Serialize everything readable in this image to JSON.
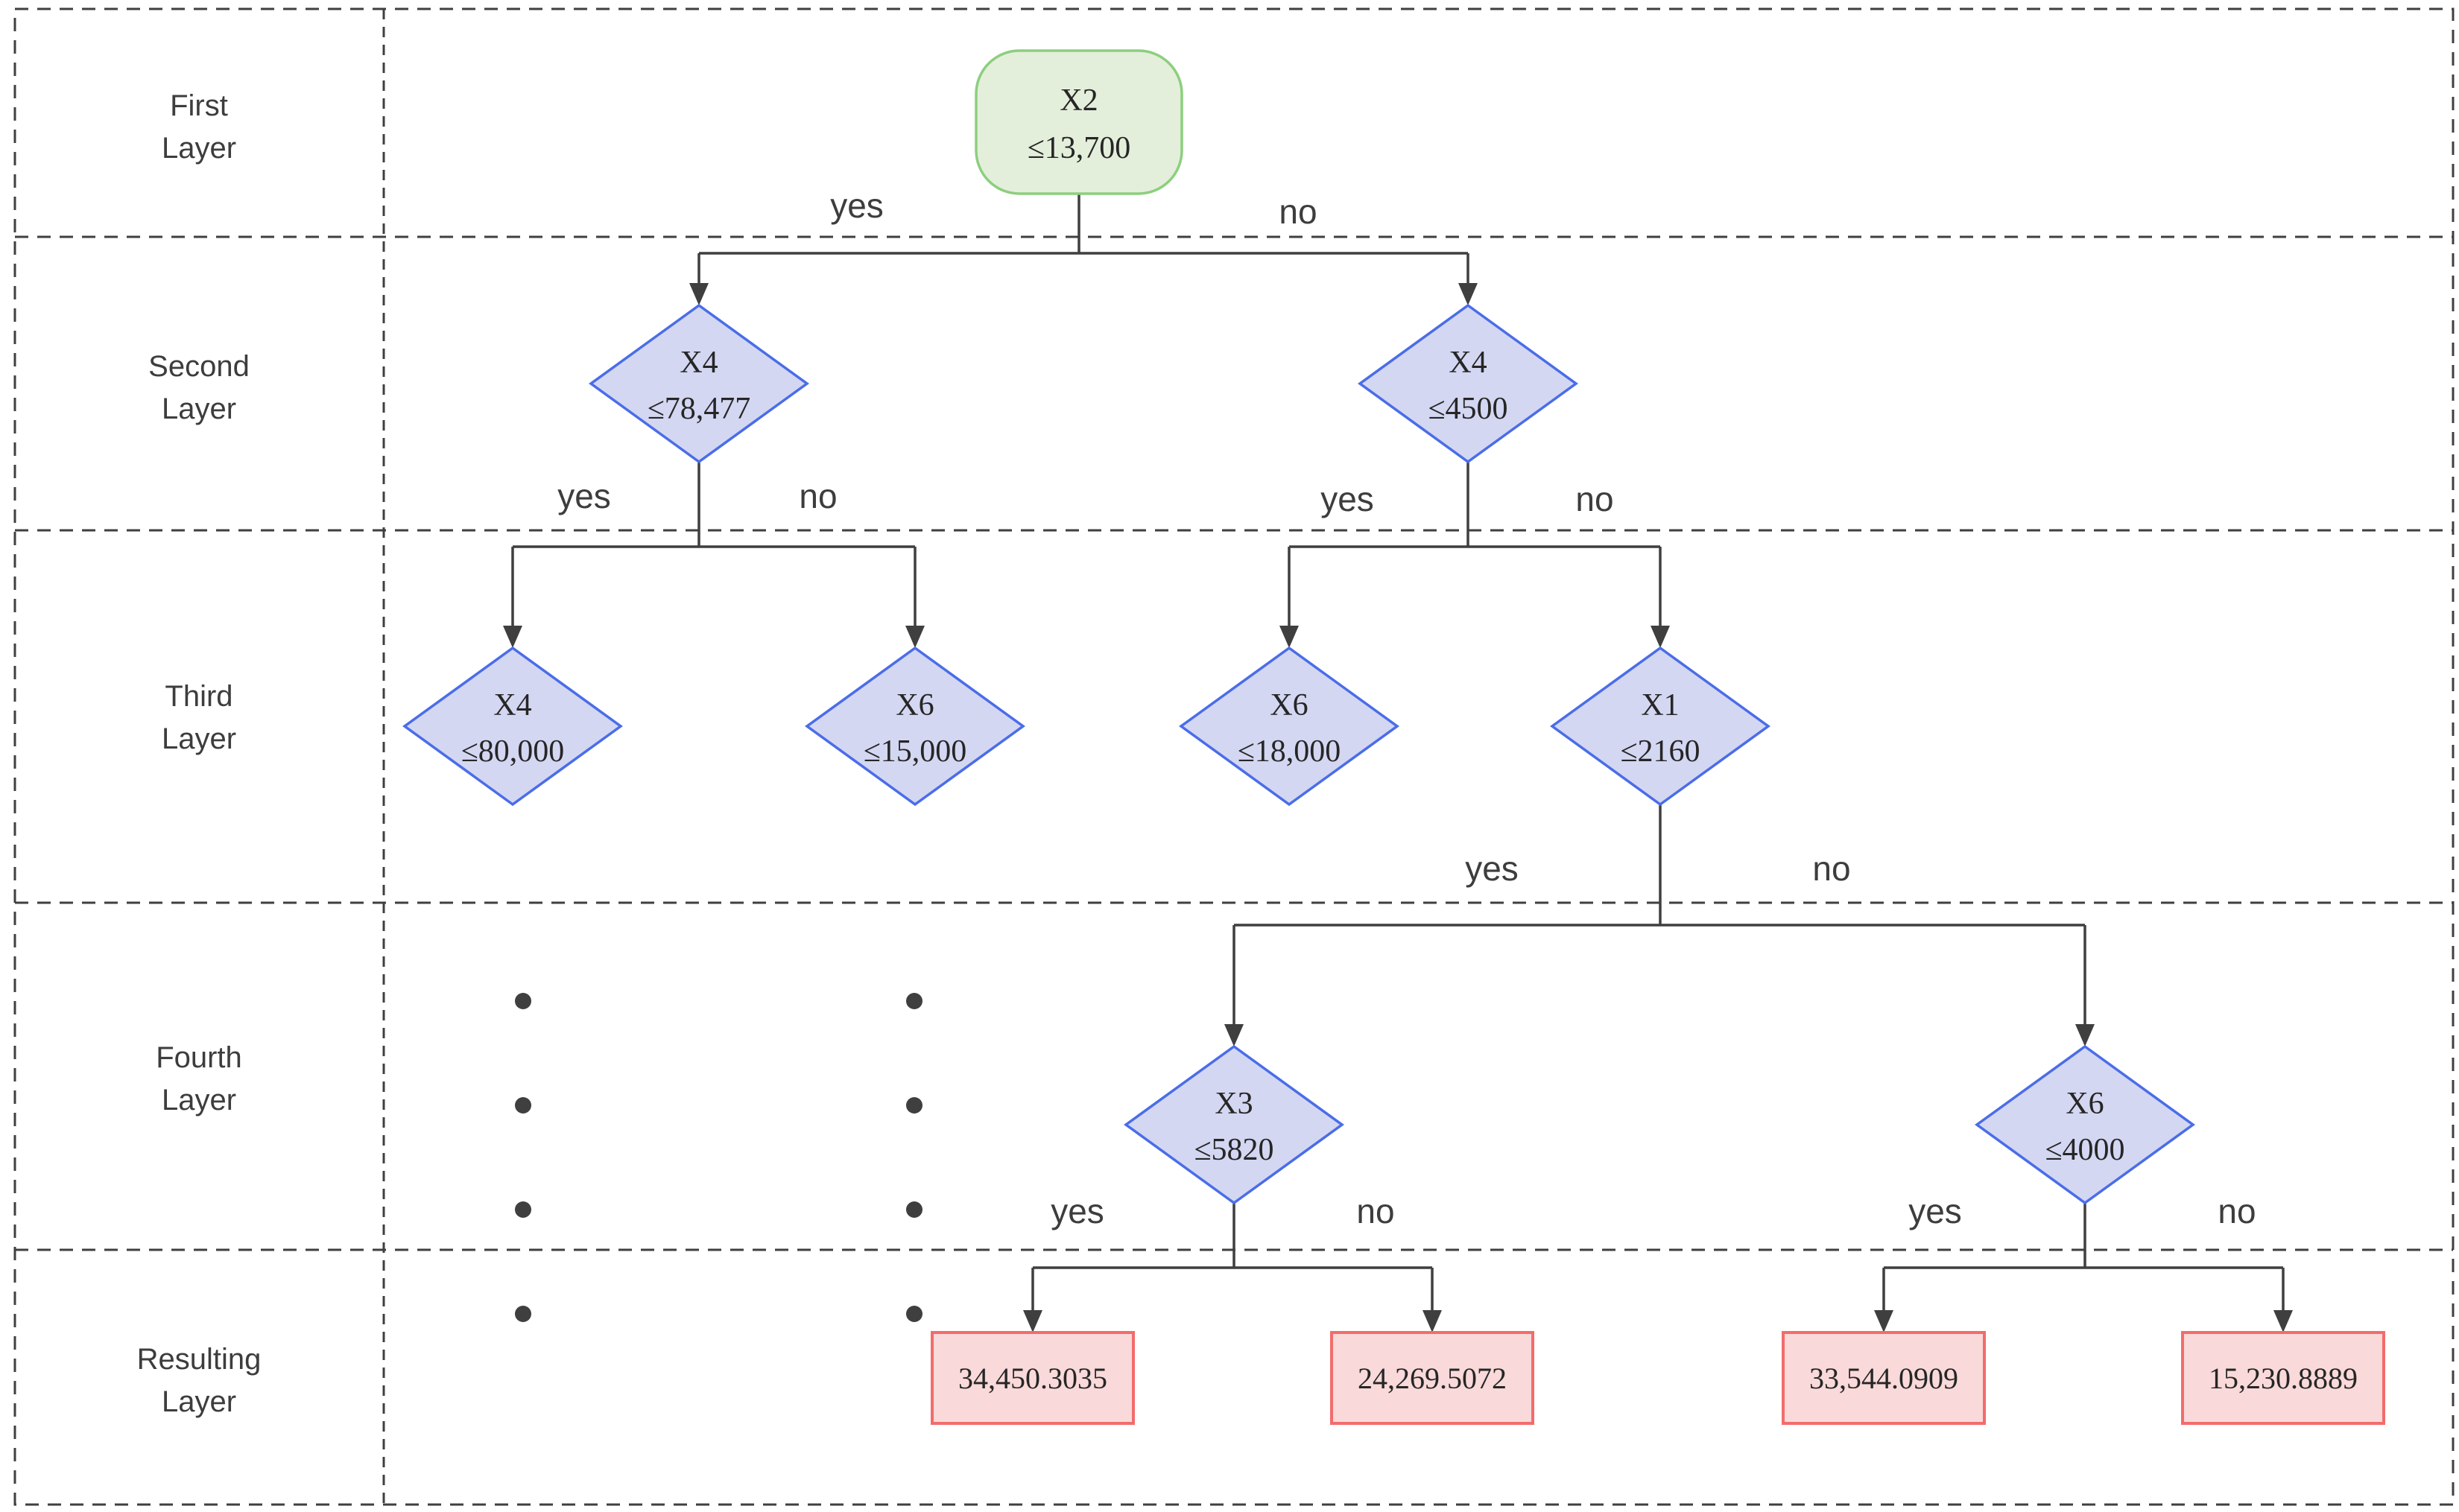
{
  "diagram_type": "decision-tree",
  "colors": {
    "line": "#3f3f3f",
    "text": "#262626",
    "label": "#3d3d3d",
    "root_fill": "#e4efdb",
    "root_stroke": "#8ccf7e",
    "decision_fill": "#d4d7f2",
    "decision_stroke": "#4a6de8",
    "leaf_fill": "#f9d9d9",
    "leaf_stroke": "#f26c6c"
  },
  "layer_labels": [
    {
      "line1": "First",
      "line2": "Layer"
    },
    {
      "line1": "Second",
      "line2": "Layer"
    },
    {
      "line1": "Third",
      "line2": "Layer"
    },
    {
      "line1": "Fourth",
      "line2": "Layer"
    },
    {
      "line1": "Resulting",
      "line2": "Layer"
    }
  ],
  "edge_labels": {
    "yes": "yes",
    "no": "no"
  },
  "nodes": {
    "root": {
      "variable": "X2",
      "condition": "≤13,700"
    },
    "l2_left": {
      "variable": "X4",
      "condition": "≤78,477"
    },
    "l2_right": {
      "variable": "X4",
      "condition": "≤4500"
    },
    "l3_1": {
      "variable": "X4",
      "condition": "≤80,000"
    },
    "l3_2": {
      "variable": "X6",
      "condition": "≤15,000"
    },
    "l3_3": {
      "variable": "X6",
      "condition": "≤18,000"
    },
    "l3_4": {
      "variable": "X1",
      "condition": "≤2160"
    },
    "l4_left": {
      "variable": "X3",
      "condition": "≤5820"
    },
    "l4_right": {
      "variable": "X6",
      "condition": "≤4000"
    }
  },
  "leaf_values": [
    "34,450.3035",
    "24,269.5072",
    "33,544.0909",
    "15,230.8889"
  ],
  "tree_structure": {
    "root": "X2 ≤13,700",
    "yes": {
      "node": "X4 ≤78,477",
      "yes": {
        "node": "X4 ≤80,000",
        "children": "continues (shown as dots)"
      },
      "no": {
        "node": "X6 ≤15,000",
        "children": "continues (shown as dots)"
      }
    },
    "no": {
      "node": "X4 ≤4500",
      "yes": {
        "node": "X6 ≤18,000"
      },
      "no": {
        "node": "X1 ≤2160",
        "yes": {
          "node": "X3 ≤5820",
          "yes_leaf": "34,450.3035",
          "no_leaf": "24,269.5072"
        },
        "no": {
          "node": "X6 ≤4000",
          "yes_leaf": "33,544.0909",
          "no_leaf": "15,230.8889"
        }
      }
    }
  }
}
